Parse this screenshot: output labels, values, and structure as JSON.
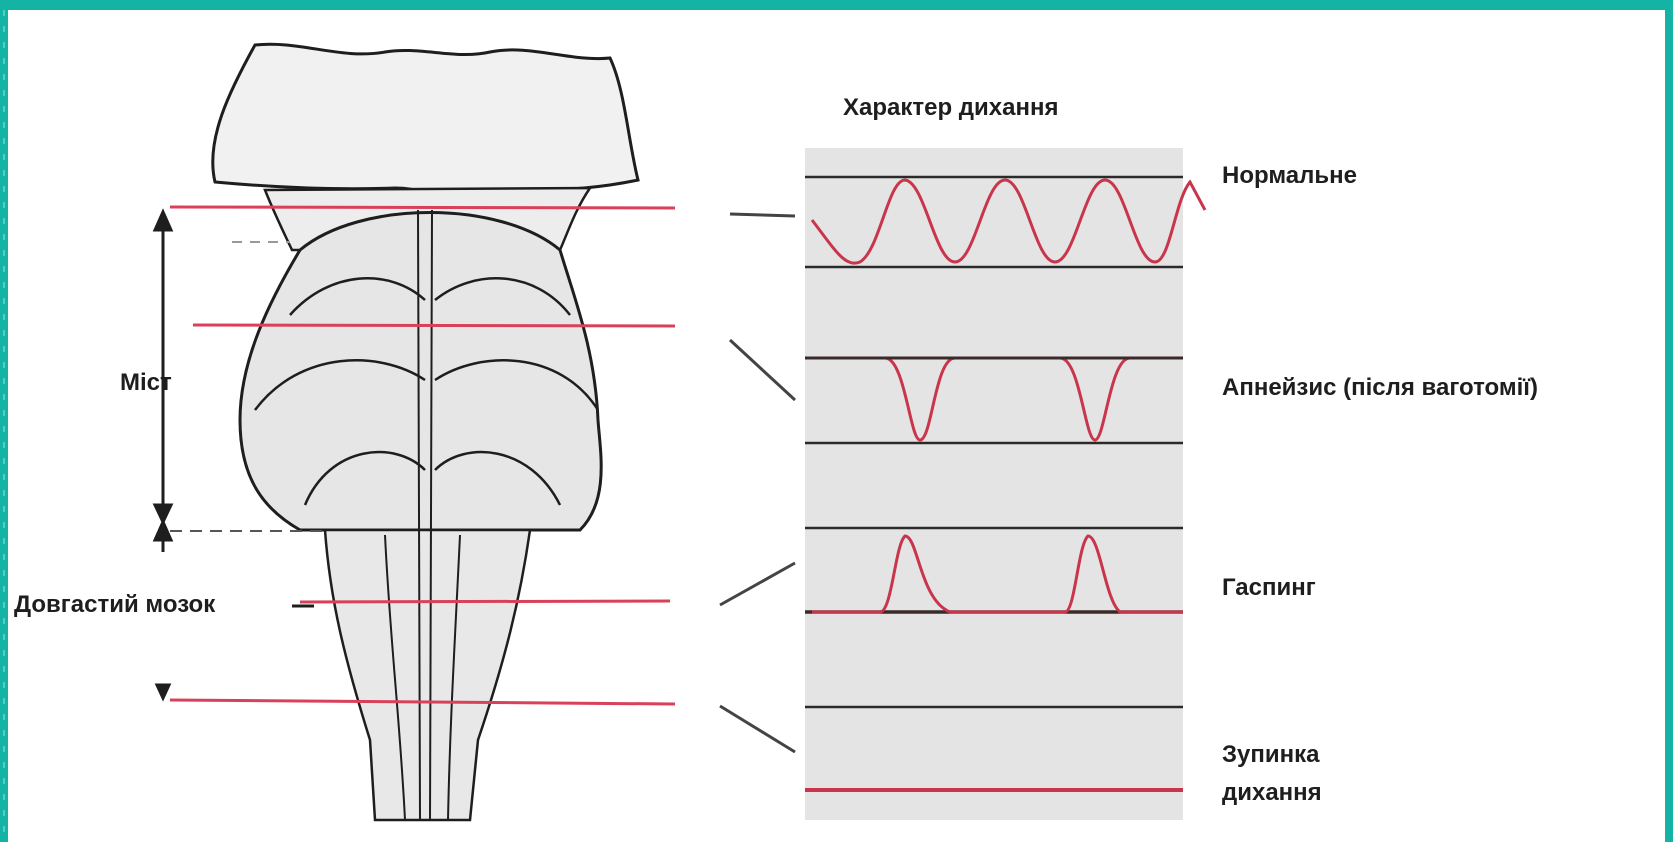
{
  "title": "Характер дихання",
  "left_labels": {
    "pons": "Міст",
    "medulla": "Довгастий мозок"
  },
  "patterns": [
    {
      "id": "normal",
      "label": "Нормальне"
    },
    {
      "id": "apneusis",
      "label": "Апнейзис (після ваготомії)"
    },
    {
      "id": "gasping",
      "label": "Гаспинг"
    },
    {
      "id": "arrest",
      "label_line1": "Зупинка",
      "label_line2": "дихання"
    }
  ],
  "colors": {
    "frame": "#14b3a6",
    "trace": "#c9354b",
    "level_line": "#d9405a",
    "tissue": "#e6e6e6",
    "strip": "#e4e4e4"
  }
}
